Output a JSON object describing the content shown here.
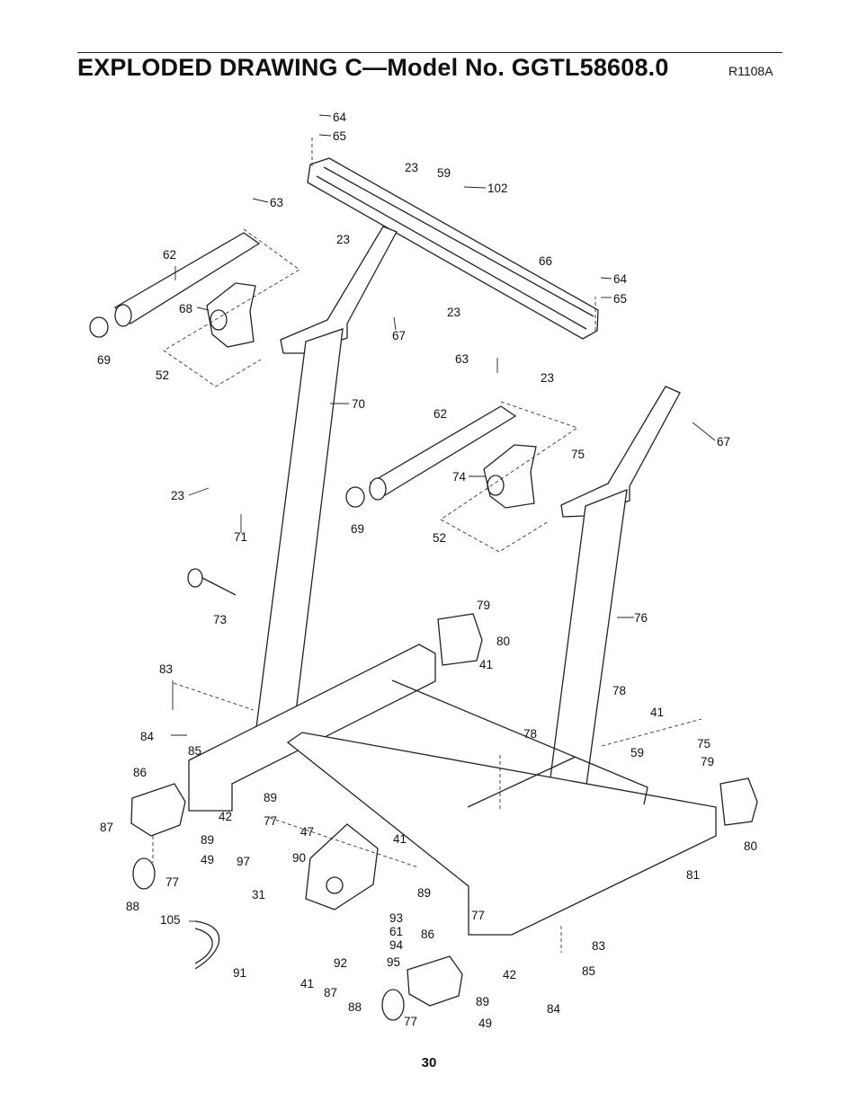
{
  "header": {
    "title": "EXPLODED DRAWING C—Model No. GGTL58608.0",
    "drawing_code": "R1108A"
  },
  "footer": {
    "page_number": "30"
  },
  "callouts": {
    "c64a": "64",
    "c65a": "65",
    "c23a": "23",
    "c59a": "59",
    "c102": "102",
    "c63a": "63",
    "c23b": "23",
    "c62a": "62",
    "c66": "66",
    "c64b": "64",
    "c65b": "65",
    "c68": "68",
    "c67a": "67",
    "c23c": "23",
    "c69a": "69",
    "c52a": "52",
    "c63b": "63",
    "c23d": "23",
    "c70": "70",
    "c62b": "62",
    "c67b": "67",
    "c75a": "75",
    "c74": "74",
    "c23e": "23",
    "c71": "71",
    "c69b": "69",
    "c52b": "52",
    "c73": "73",
    "c79a": "79",
    "c76": "76",
    "c80a": "80",
    "c83a": "83",
    "c41a": "41",
    "c78a": "78",
    "c41b": "41",
    "c84a": "84",
    "c85a": "85",
    "c78b": "78",
    "c75b": "75",
    "c59b": "59",
    "c79b": "79",
    "c86a": "86",
    "c89a": "89",
    "c42a": "42",
    "c77a": "77",
    "c47": "47",
    "c87a": "87",
    "c89b": "89",
    "c41c": "41",
    "c90": "90",
    "c97": "97",
    "c49a": "49",
    "c80b": "80",
    "c81": "81",
    "c88a": "88",
    "c77b": "77",
    "c31": "31",
    "c89c": "89",
    "c77c": "77",
    "c105": "105",
    "c93": "93",
    "c61": "61",
    "c94": "94",
    "c86b": "86",
    "c83b": "83",
    "c92": "92",
    "c95": "95",
    "c85b": "85",
    "c91": "91",
    "c41d": "41",
    "c87b": "87",
    "c42b": "42",
    "c88b": "88",
    "c89d": "89",
    "c84b": "84",
    "c77d": "77",
    "c49b": "49"
  }
}
